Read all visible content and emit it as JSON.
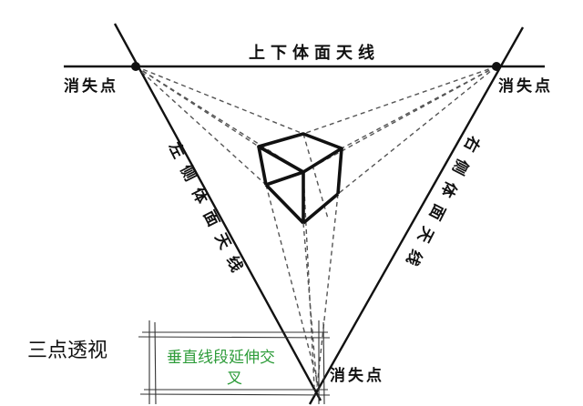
{
  "labels": {
    "horizon": "上下体面天线",
    "vp_left": "消失点",
    "vp_right": "消失点",
    "vp_bottom": "消失点",
    "left_side_line": "左侧体面天线",
    "right_side_line": "右侧体面天线",
    "method_title": "三点透视",
    "annotation_line1": "垂直线段延伸交",
    "annotation_line2": "叉"
  },
  "colors": {
    "ink": "#111111",
    "dashed": "#555555",
    "annotation_text": "#2e9c3a"
  }
}
